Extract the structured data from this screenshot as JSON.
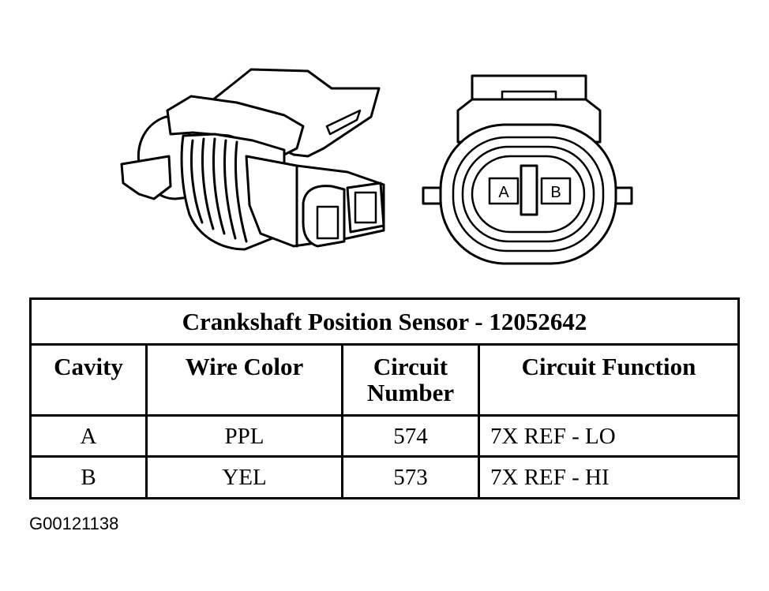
{
  "diagram": {
    "cavity_labels": [
      "A",
      "B"
    ]
  },
  "table": {
    "title": "Crankshaft Position Sensor - 12052642",
    "headers": {
      "cavity": "Cavity",
      "wire_color": "Wire Color",
      "circuit_number_line1": "Circuit",
      "circuit_number_line2": "Number",
      "circuit_function": "Circuit Function"
    },
    "rows": [
      {
        "cavity": "A",
        "wire_color": "PPL",
        "circuit_number": "574",
        "circuit_function": "7X REF - LO"
      },
      {
        "cavity": "B",
        "wire_color": "YEL",
        "circuit_number": "573",
        "circuit_function": "7X REF - HI"
      }
    ]
  },
  "figure_id": "G00121138"
}
